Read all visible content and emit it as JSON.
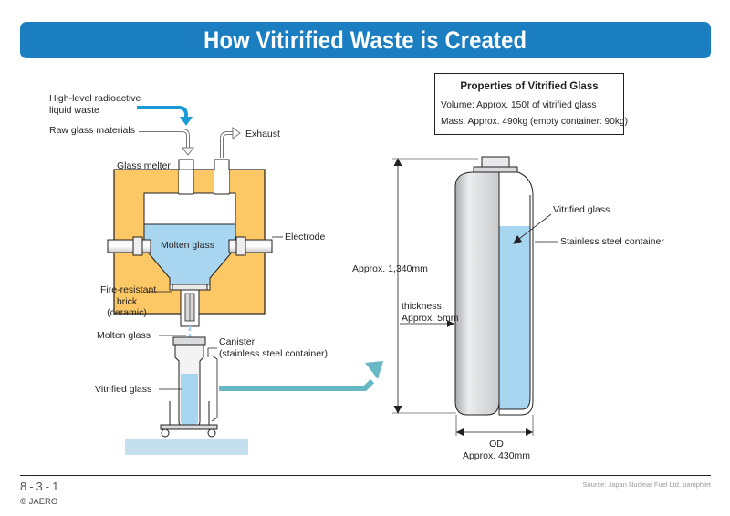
{
  "title": "How Vitirified Waste is Created",
  "labels": {
    "hlw_line1": "High-level radioactive",
    "hlw_line2": "liquid waste",
    "raw_glass": "Raw glass materials",
    "exhaust": "Exhaust",
    "glass_melter": "Glass melter",
    "molten_glass_inside": "Molten glass",
    "electrode": "Electrode",
    "fire_brick_1": "Fire-resistant",
    "fire_brick_2": "brick",
    "fire_brick_3": "(ceramic)",
    "molten_glass_out": "Molten glass",
    "canister_1": "Canister",
    "canister_2": "(stainless steel container)",
    "vitrified_glass_left": "Vitrified glass",
    "vitrified_glass_right": "Vitrified glass",
    "stainless_container": "Stainless steel container",
    "height": "Approx. 1,340mm",
    "thickness_1": "thickness",
    "thickness_2": "Approx. 5mm",
    "od_1": "OD",
    "od_2": "Approx. 430mm"
  },
  "properties": {
    "heading": "Properties of Vitrified Glass",
    "volume": "Volume: Approx. 150ℓ of vitrified glass",
    "mass": "Mass: Approx. 490kg (empty container: 90kg)"
  },
  "footer": {
    "page_number": "8-3-1",
    "copyright": "© JAERO",
    "source": "Source: Japan Nuclear Fuel Ltd. pamphlet"
  },
  "colors": {
    "title_bar": "#1a7ec1",
    "brick": "#fbc865",
    "glass": "#a8d6f0",
    "arrow_teal": "#67b7c4",
    "floor": "#c4e0ee",
    "steel": "#dadbdd"
  }
}
